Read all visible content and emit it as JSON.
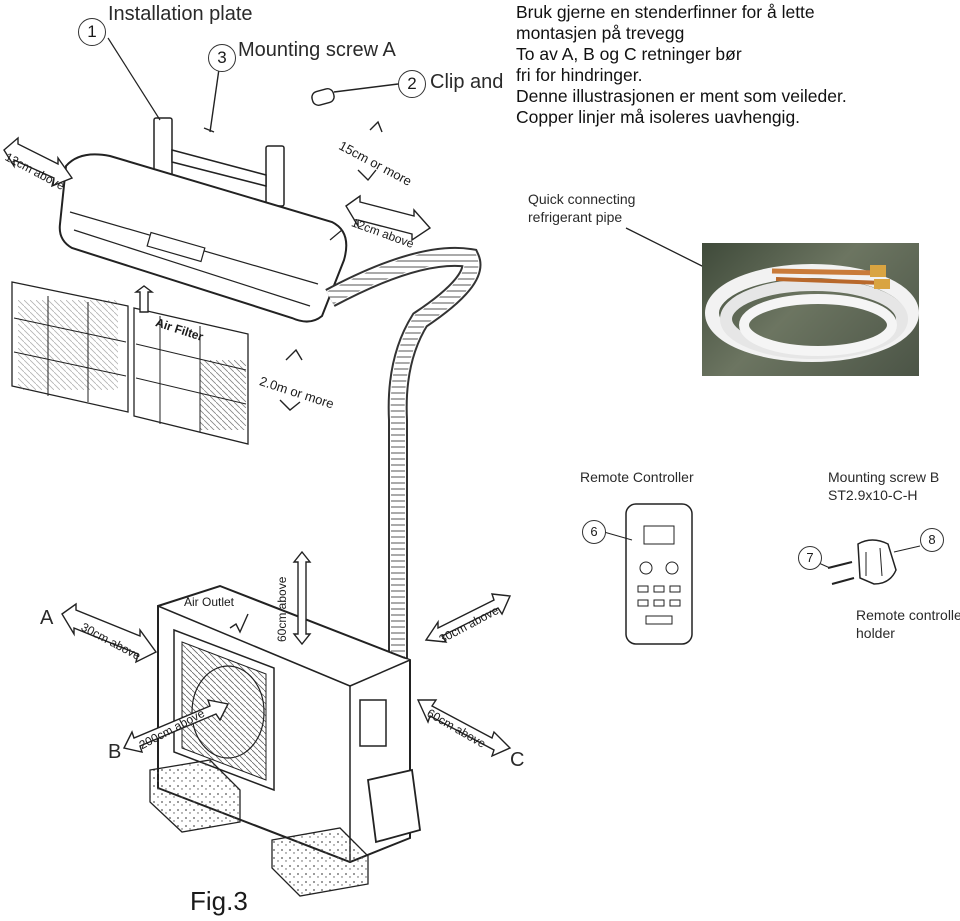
{
  "labels": {
    "installation_plate": "Installation plate",
    "mounting_screw_a": "Mounting screw A",
    "clip_and": "Clip and",
    "n1": "1",
    "n2": "2",
    "n3": "3",
    "dim_12cm_left": "12cm above",
    "dim_15cm": "15cm or more",
    "dim_12cm_right": "12cm above",
    "air_filter": "Air Filter",
    "dim_2m": "2.0m or more",
    "air_outlet": "Air Outlet",
    "dim_60cm_top": "60cm above",
    "dim_30cm_left": "30cm above",
    "dim_30cm_right": "30cm above",
    "dim_200cm": "200cm above",
    "dim_60cm_right": "60cm above",
    "letter_a": "A",
    "letter_b": "B",
    "letter_c": "C",
    "fig": "Fig.3"
  },
  "norwegian_text": [
    "Bruk gjerne en stenderfinner for å lette",
    "montasjen på trevegg",
    "To av A, B og C retninger bør",
    "fri for hindringer.",
    "Denne illustrasjonen er ment som veileder.",
    "Copper linjer må isoleres uavhengig."
  ],
  "pipe": {
    "caption_line1": "Quick connecting",
    "caption_line2": "refrigerant pipe"
  },
  "remote": {
    "title": "Remote Controller",
    "n6": "6"
  },
  "holder": {
    "screw_line1": "Mounting screw B",
    "screw_line2": "ST2.9x10-C-H",
    "n7": "7",
    "n8": "8",
    "holder_line1": "Remote controller",
    "holder_line2": "holder"
  }
}
